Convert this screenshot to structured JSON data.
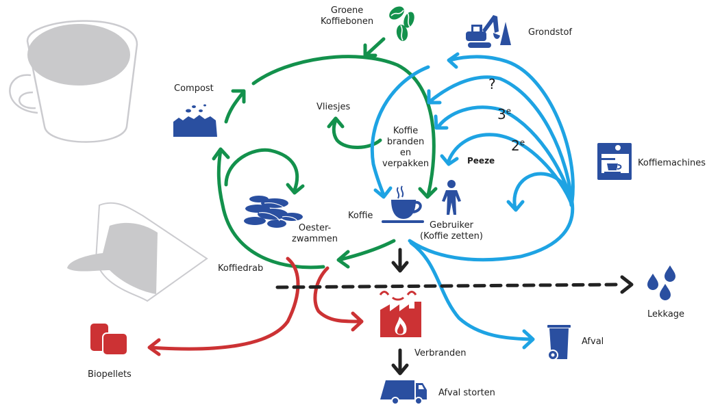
{
  "colors": {
    "green": "#13914c",
    "blue_flow": "#1ea3e3",
    "icon_blue": "#2a4fa0",
    "red": "#cc3234",
    "black": "#222222",
    "gray_illustration": "#cbcbcf"
  },
  "labels": {
    "groene_koffiebonen": [
      "Groene",
      "Koffiebonen"
    ],
    "grondstof": "Grondstof",
    "compost": "Compost",
    "vliesjes": "Vliesjes",
    "koffie_branden": [
      "Koffie",
      "branden",
      "en",
      "verpakken"
    ],
    "question": "?",
    "third": "3",
    "second": "2",
    "ordinal_suffix": "e",
    "peeze": "Peeze",
    "koffiemachines": "Koffiemachines",
    "koffie": "Koffie",
    "gebruiker": [
      "Gebruiker",
      "(Koffie zetten)"
    ],
    "oesterzwammen": [
      "Oester-",
      "zwammen"
    ],
    "koffiedrab": "Koffiedrab",
    "lekkage": "Lekkage",
    "biopellets": "Biopellets",
    "afval": "Afval",
    "verbranden": "Verbranden",
    "afval_storten": "Afval storten"
  },
  "icons": {
    "coffee_beans": "coffee-beans-icon",
    "excavator": "excavator-icon",
    "compost": "compost-icon",
    "coffee_machine": "coffee-machine-icon",
    "coffee_cup": "coffee-cup-icon",
    "person": "person-icon",
    "oyster_mushroom": "oyster-mushroom-icon",
    "water_drops": "water-drops-icon",
    "pellets": "biopellets-icon",
    "wheelie_bin": "wheelie-bin-icon",
    "factory_fire": "incinerator-icon",
    "garbage_truck": "garbage-truck-icon",
    "mug_illustration": "mug-illustration",
    "coffee_filter_bag": "coffee-filter-illustration"
  }
}
